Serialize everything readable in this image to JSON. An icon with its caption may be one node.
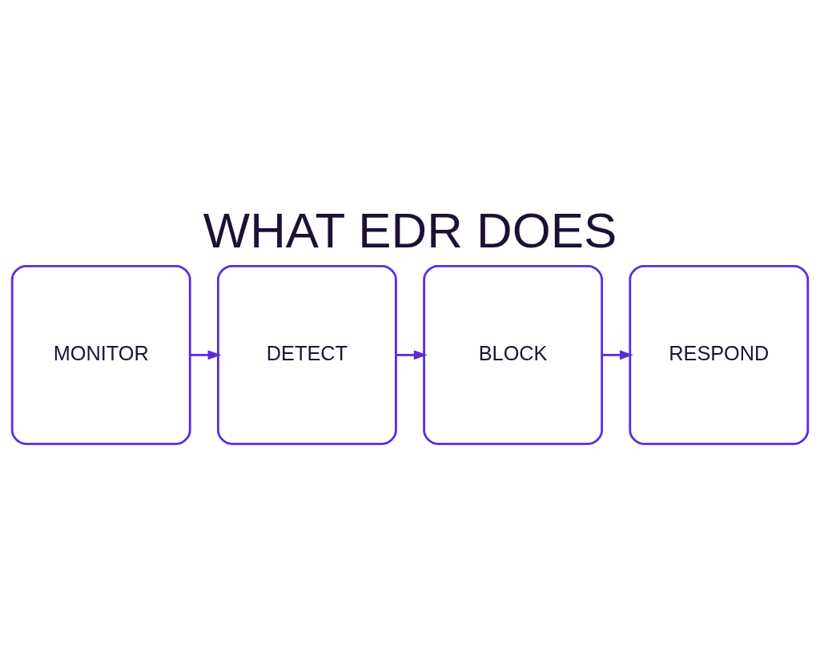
{
  "diagram": {
    "title": "WHAT EDR DOES",
    "nodes": [
      {
        "text": [
          "MONITOR"
        ]
      },
      {
        "text": [
          "DETECT"
        ]
      },
      {
        "text": [
          "BLOCK"
        ]
      },
      {
        "text": [
          "RESPOND"
        ]
      }
    ],
    "edges": [
      {
        "from": 0,
        "to": 1,
        "arrow": "to"
      },
      {
        "from": 1,
        "to": 2,
        "arrow": "to"
      },
      {
        "from": 2,
        "to": 3,
        "arrow": "to"
      }
    ]
  }
}
